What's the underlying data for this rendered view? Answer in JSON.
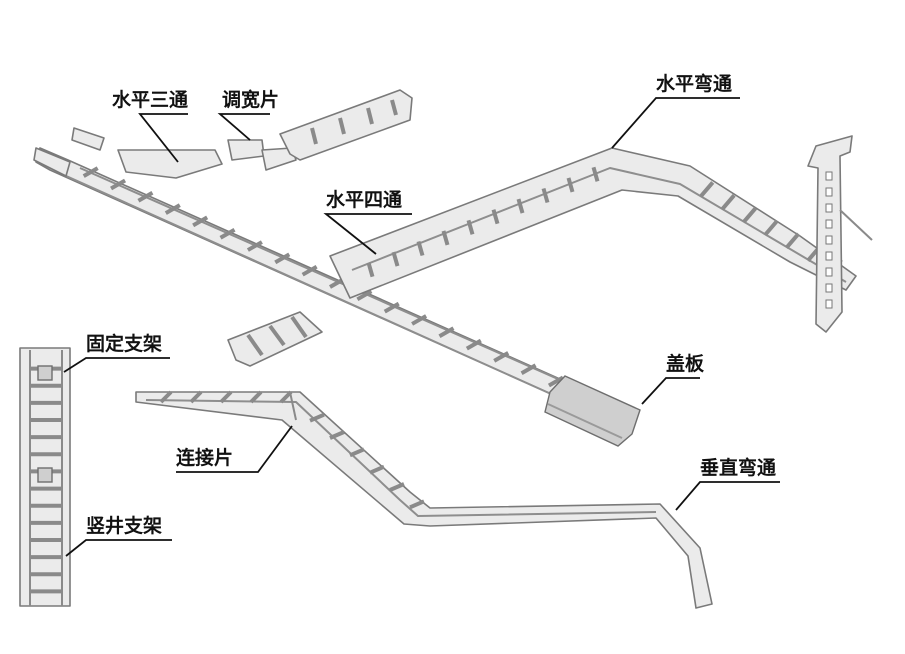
{
  "labels": {
    "horizontal_tee": "水平三通",
    "width_adjust_plate": "调宽片",
    "horizontal_elbow": "水平弯通",
    "horizontal_cross": "水平四通",
    "fixed_support": "固定支架",
    "cover_plate": "盖板",
    "connector_plate": "连接片",
    "vertical_elbow": "垂直弯通",
    "shaft_support": "竖井支架"
  },
  "colors": {
    "background": "#ffffff",
    "tray_fill": "#ebebeb",
    "tray_stroke": "#7a7a7a",
    "label_text": "#111111"
  }
}
